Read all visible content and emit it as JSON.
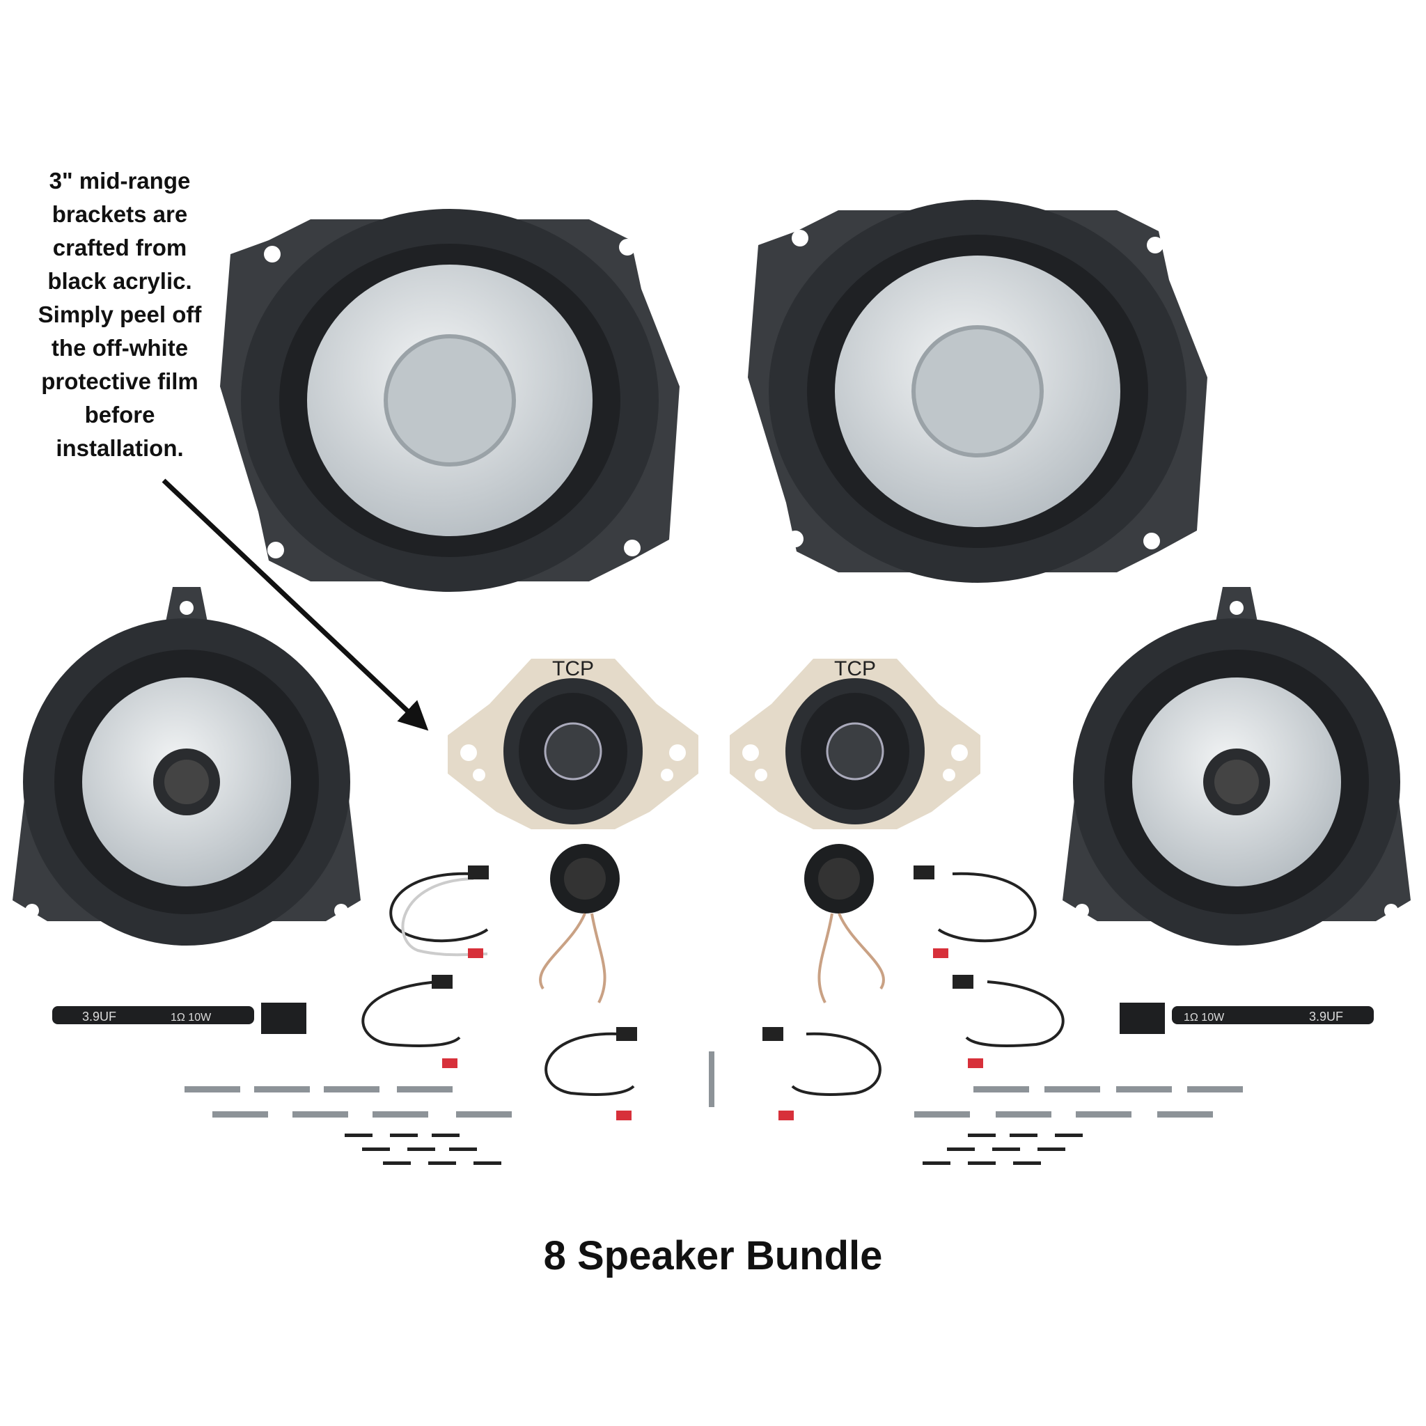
{
  "annotation": {
    "lines": [
      "3\" mid-range",
      "brackets are",
      "crafted from",
      "black acrylic.",
      "Simply peel off",
      "the off-white",
      "protective film",
      "before",
      "installation."
    ]
  },
  "title": "8 Speaker Bundle",
  "products": {
    "bracket_logo": "TCP",
    "crossover_label_cap": "3.9UF",
    "crossover_label_res": "1Ω 10W"
  },
  "colors": {
    "speaker_frame": "#2f3236",
    "cone": "#d7dcdf",
    "bracket_film": "#e4dac9",
    "wire_red": "#d7303a"
  }
}
